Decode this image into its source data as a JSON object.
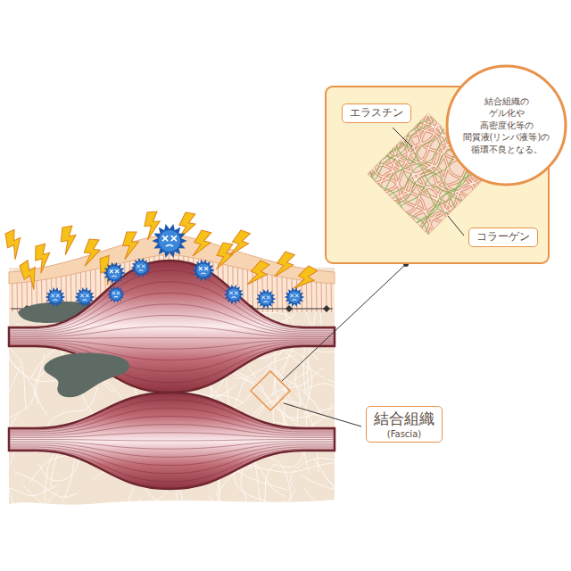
{
  "diagram": {
    "nodes": [
      {
        "text": [
          "結合組織の ゲル化や 高密度化等の 間質液(リンパ液等)の 循環不良となる。"
        ]
      },
      {
        "text": [
          "エラスチン"
        ]
      },
      {
        "text": [
          "コラーゲン"
        ]
      },
      {
        "text": [
          "結合組織",
          "(Fascia)"
        ]
      }
    ]
  }
}
